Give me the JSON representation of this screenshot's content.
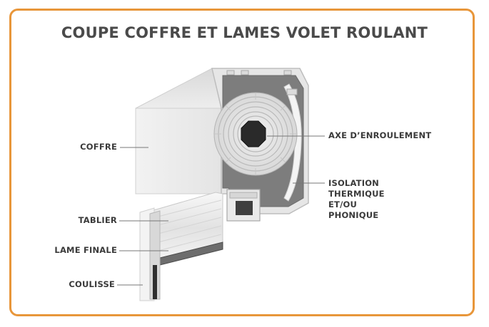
{
  "title": "COUPE COFFRE ET LAMES VOLET ROULANT",
  "labels": {
    "coffre": "COFFRE",
    "tablier": "TABLIER",
    "lame_finale": "LAME FINALE",
    "coulisse": "COULISSE",
    "axe": "AXE D’ENROULEMENT",
    "isolation_1": "ISOLATION",
    "isolation_2": "THERMIQUE",
    "isolation_3": "ET/OU",
    "isolation_4": "PHONIQUE"
  },
  "colors": {
    "frame": "#e8963a",
    "title": "#4a4a4a",
    "label": "#3a3a3a"
  }
}
